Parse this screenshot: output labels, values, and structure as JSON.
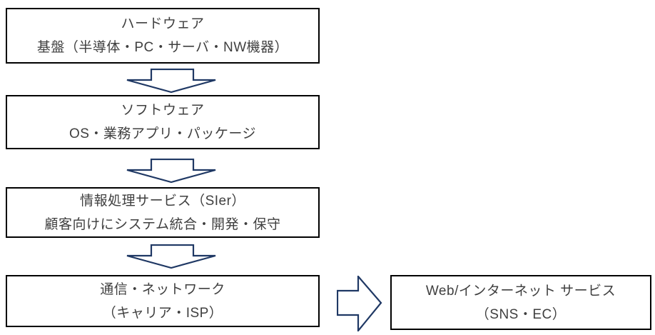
{
  "diagram": {
    "title": "IT industry layer flow diagram",
    "boxes": [
      {
        "line1": "ハードウェア",
        "line2": "基盤（半導体・PC・サーバ・NW機器）"
      },
      {
        "line1": "ソフトウェア",
        "line2": "OS・業務アプリ・パッケージ"
      },
      {
        "line1": "情報処理サービス（SIer）",
        "line2": "顧客向けにシステム統合・開発・保守"
      },
      {
        "line1": "通信・ネットワーク",
        "line2": "（キャリア・ISP）"
      },
      {
        "line1": "Web/インターネット サービス",
        "line2": "（SNS・EC）"
      }
    ],
    "connectors": [
      {
        "from": 0,
        "to": 1,
        "direction": "down"
      },
      {
        "from": 1,
        "to": 2,
        "direction": "down"
      },
      {
        "from": 2,
        "to": 3,
        "direction": "down"
      },
      {
        "from": 3,
        "to": 4,
        "direction": "right"
      }
    ],
    "colors": {
      "arrow_outline": "#1f3864",
      "box_border": "#000000",
      "text": "#3f3f3f",
      "background": "#ffffff"
    }
  }
}
